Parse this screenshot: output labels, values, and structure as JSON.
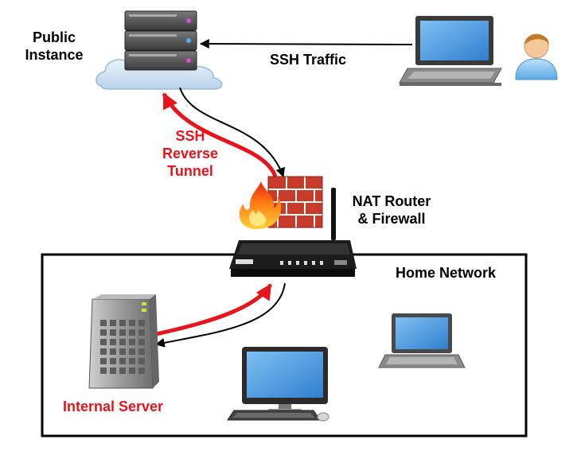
{
  "labels": {
    "public_instance_line1": "Public",
    "public_instance_line2": "Instance",
    "ssh_traffic": "SSH Traffic",
    "reverse_tunnel_line1": "SSH",
    "reverse_tunnel_line2": "Reverse",
    "reverse_tunnel_line3": "Tunnel",
    "router_line1": "NAT Router",
    "router_line2": "& Firewall",
    "home_network": "Home Network",
    "internal_server": "Internal Server"
  },
  "icons": [
    "cloud-icon",
    "server-rack-icon",
    "laptop-icon",
    "user-icon",
    "firewall-icon",
    "flame-icon",
    "router-icon",
    "tower-server-icon",
    "desktop-computer-icon",
    "keyboard-icon",
    "mouse-icon"
  ],
  "colors": {
    "tunnel": "#e8141b",
    "traffic": "#000000",
    "screen": "#4a9be0",
    "brick": "#c83a2a"
  }
}
